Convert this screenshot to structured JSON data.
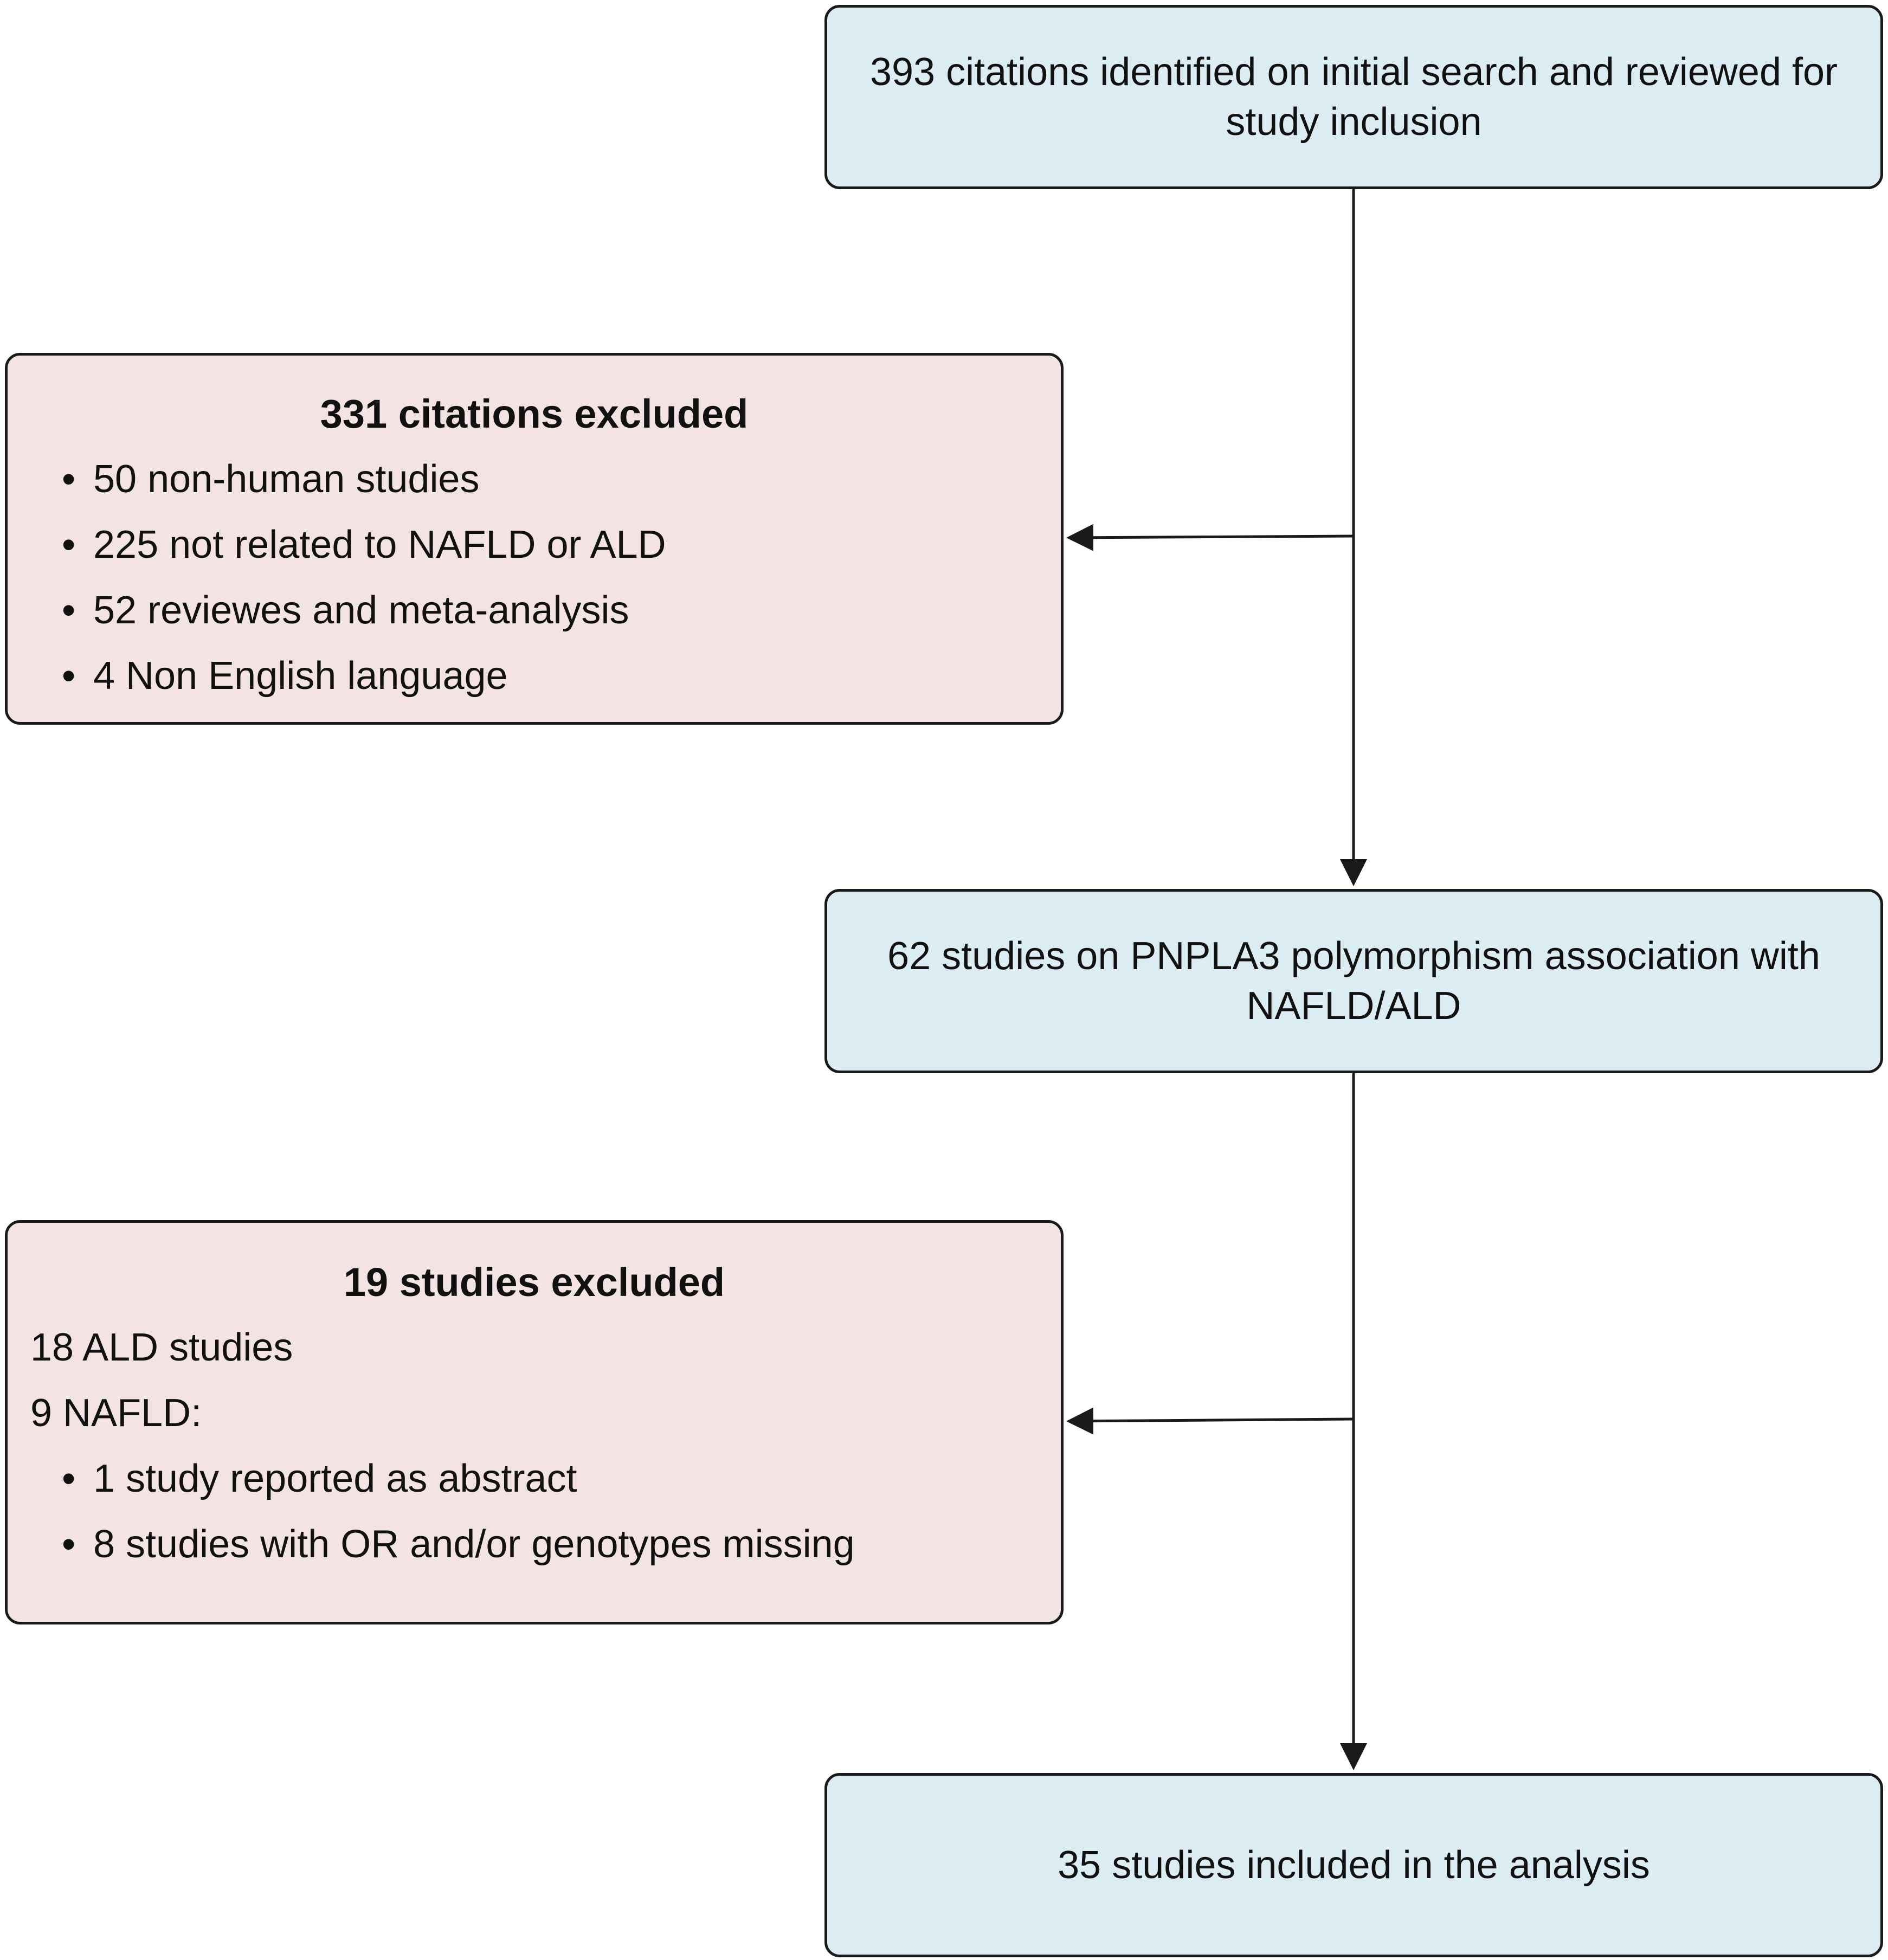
{
  "flowchart": {
    "initial_box": "393 citations identified on initial search and reviewed for study inclusion",
    "exclusion_1": {
      "title": "331 citations excluded",
      "items": [
        "50 non-human studies",
        "225 not related to NAFLD or ALD",
        "52 reviewes and meta-analysis",
        "4 Non English language"
      ]
    },
    "pnpla3_box": "62 studies on PNPLA3 polymorphism association with NAFLD/ALD",
    "exclusion_2": {
      "title": "19 studies excluded",
      "line_ald": "18 ALD studies",
      "line_nafld": "9 NAFLD:",
      "items": [
        "1 study reported as abstract",
        "8 studies with OR and/or genotypes missing"
      ]
    },
    "final_box": "35 studies included in the analysis"
  },
  "colors": {
    "included_box_fill": "#dbedf3",
    "excluded_box_fill": "#f3e3e3",
    "border": "#1a1a1a"
  }
}
